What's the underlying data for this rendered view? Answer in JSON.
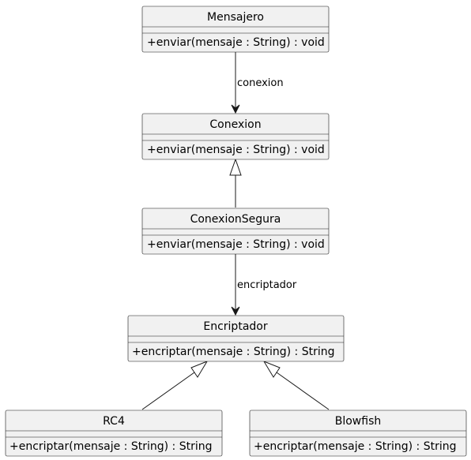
{
  "classes": {
    "mensajero": {
      "name": "Mensajero",
      "method": "+enviar(mensaje : String) : void"
    },
    "conexion": {
      "name": "Conexion",
      "method": "+enviar(mensaje : String) : void"
    },
    "conexion_segura": {
      "name": "ConexionSegura",
      "method": "+enviar(mensaje : String) : void"
    },
    "encriptador": {
      "name": "Encriptador",
      "method": "+encriptar(mensaje : String) : String"
    },
    "rc4": {
      "name": "RC4",
      "method": "+encriptar(mensaje : String) : String"
    },
    "blowfish": {
      "name": "Blowfish",
      "method": "+encriptar(mensaje : String) : String"
    }
  },
  "relations": {
    "mensajero_conexion": {
      "type": "association",
      "label": "conexion"
    },
    "conexion_segura_conexion": {
      "type": "inheritance",
      "label": ""
    },
    "conexion_segura_encriptador": {
      "type": "association",
      "label": "encriptador"
    },
    "rc4_encriptador": {
      "type": "inheritance",
      "label": ""
    },
    "blowfish_encriptador": {
      "type": "inheritance",
      "label": ""
    }
  },
  "colors": {
    "box_fill": "#f1f1f1",
    "line": "#181818",
    "background": "#ffffff"
  }
}
